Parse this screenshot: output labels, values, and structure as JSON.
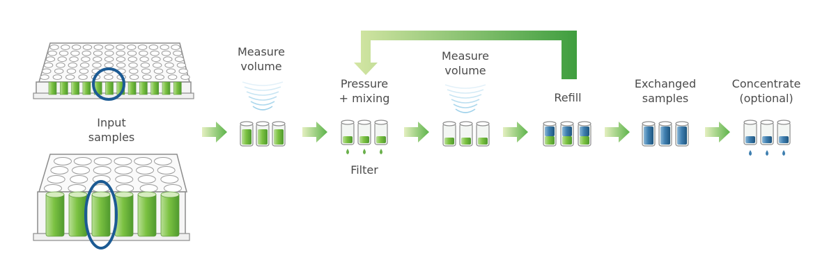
{
  "labels": {
    "input_line1": "Input",
    "input_line2": "samples",
    "measure1_line1": "Measure",
    "measure1_line2": "volume",
    "pressure_line1": "Pressure",
    "pressure_line2": "+ mixing",
    "filter": "Filter",
    "measure2_line1": "Measure",
    "measure2_line2": "volume",
    "refill": "Refill",
    "exchanged_line1": "Exchanged",
    "exchanged_line2": "samples",
    "concentrate_line1": "Concentrate",
    "concentrate_line2": "(optional)"
  },
  "colors": {
    "liquid_green": "#7cc242",
    "liquid_green_light": "#c6e3a6",
    "liquid_blue": "#2f6e9e",
    "liquid_blue_light": "#8ab6d6",
    "highlight_ring": "#1b5a93",
    "arrow_light": "#d4e6a4",
    "arrow_dark": "#4fab45",
    "text": "#4a4a4a",
    "outline": "#8c8c8c"
  }
}
